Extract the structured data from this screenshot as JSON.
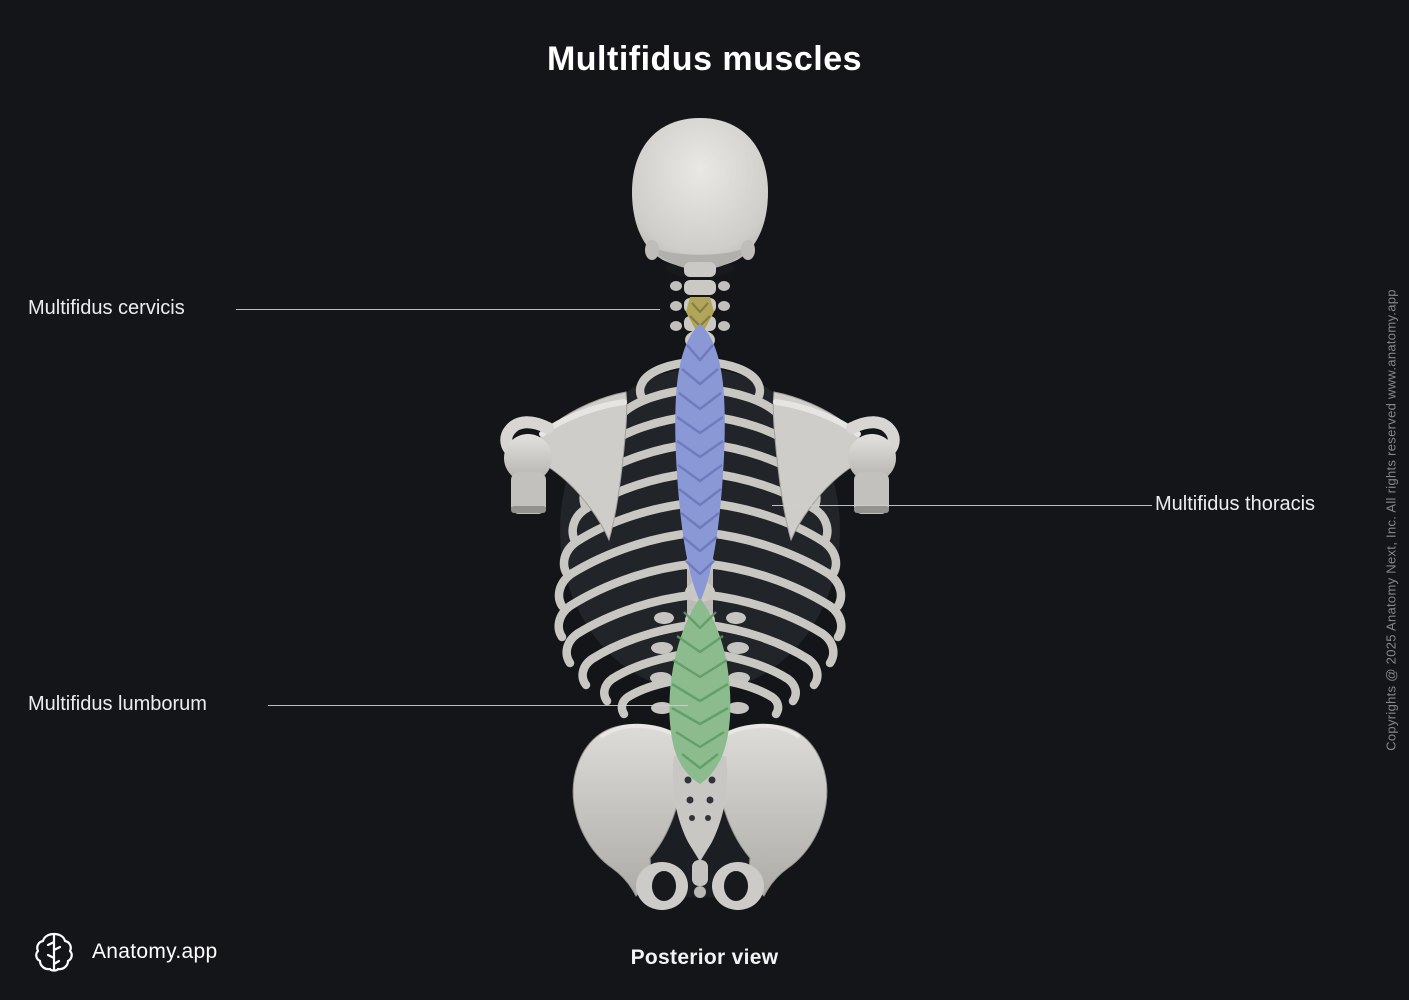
{
  "page": {
    "title": "Multifidus muscles",
    "view_caption": "Posterior view",
    "copyright": "Copyrights @ 2025 Anatomy Next, Inc. All rights reserved www.anatomy.app",
    "background_color": "#131519"
  },
  "brand": {
    "name": "Anatomy.app",
    "logo_icon": "brain-icon"
  },
  "annotations": [
    {
      "id": "cervicis",
      "label": "Multifidus cervicis",
      "side": "left",
      "color": "#b1a55a"
    },
    {
      "id": "thoracis",
      "label": "Multifidus thoracis",
      "side": "right",
      "color": "#8b98d6"
    },
    {
      "id": "lumborum",
      "label": "Multifidus lumborum",
      "side": "left",
      "color": "#8cbc8d"
    }
  ],
  "colors": {
    "bone": "#cfcdc9",
    "leader_line": "#cfcfcf",
    "label_text": "#ecedee",
    "copyright_text": "#84878b"
  }
}
